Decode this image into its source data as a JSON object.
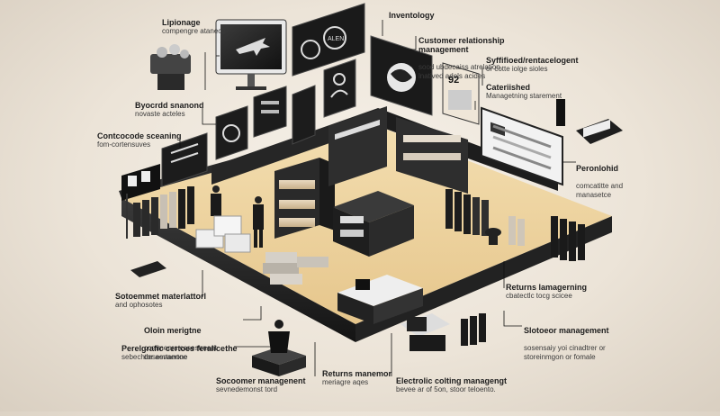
{
  "labels": {
    "lipionage": {
      "title": "Lipionage",
      "sub": "compengre atanecs"
    },
    "inventology": {
      "title": "Inventology",
      "sub": ""
    },
    "customer": {
      "title": "Customer relationship management",
      "sub": "sood ubdecaiss atrelation\nlnatived adels acides"
    },
    "syffifioed": {
      "title": "Syffifioed/rentacelogent",
      "sub": "or cotte iolge sioles"
    },
    "cateriished": {
      "title": "Cateriished",
      "sub": "Managetning starement"
    },
    "byocrdd": {
      "title": "Byocrdd snanond",
      "sub": "novaste acteles"
    },
    "contcocode": {
      "title": "Contcocode sceaning",
      "sub": "fom-cortensuves"
    },
    "peronlohid": {
      "title": "Peronlohid",
      "sub": "comcatitte and\nmanasetce"
    },
    "sotoemmet": {
      "title": "Sotoemmet materlattorl",
      "sub": "and ophosotes"
    },
    "returns_lamagening": {
      "title": "Returns lamagerning",
      "sub": "cbatectlc tocg scicee"
    },
    "oloin": {
      "title": "Oloin merigtne",
      "sub": "commenrs cesestrnent\ndesesrtanone"
    },
    "slotoeor": {
      "title": "Slotoeor management",
      "sub": "sosensaiy yoi cinadtrer or\nstoreinmgon or fomale"
    },
    "perelgrafic": {
      "title": "Perelgrafic certoes feralicethe",
      "sub": "sebechtor aevaertoe"
    },
    "returns_manenor": {
      "title": "Returns manemor",
      "sub": "meriagre aqes"
    },
    "socoomer": {
      "title": "Socoomer managenent",
      "sub": "sevnedemonst tord"
    },
    "electrolic": {
      "title": "Electrolic colting managengt",
      "sub": "bevee ar of 5on, stoor teloento."
    }
  },
  "icons": [
    "plane-icon",
    "chart-icon",
    "person-icon",
    "globe-icon",
    "barcode-icon"
  ],
  "screen_texts": {
    "big_number": "92"
  }
}
